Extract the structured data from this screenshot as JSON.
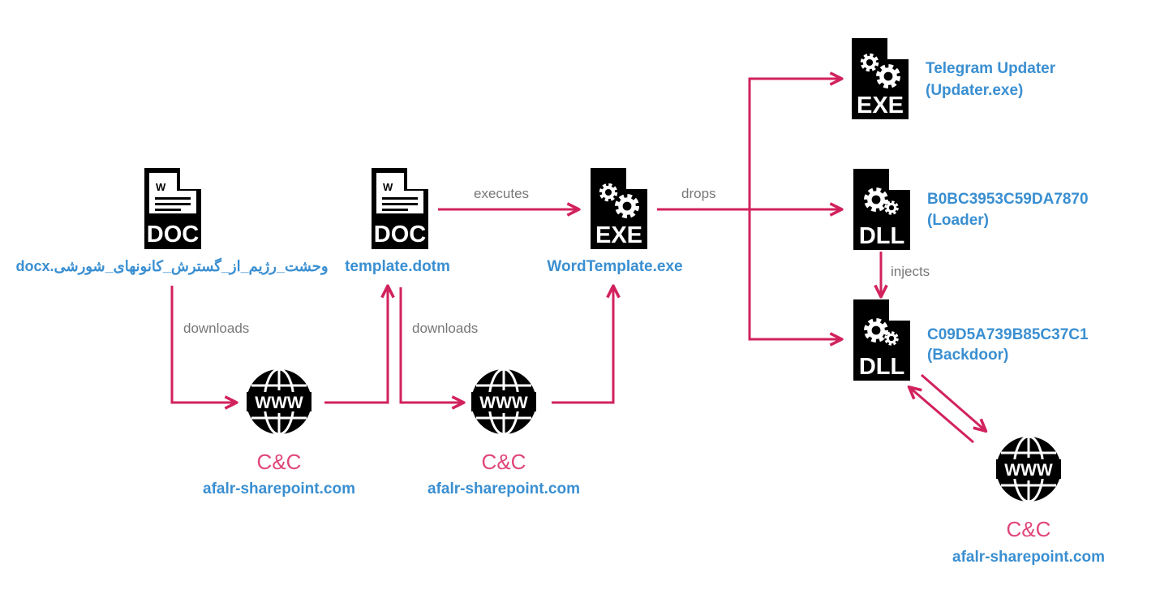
{
  "nodes": {
    "doc1": {
      "icon": "doc-icon",
      "icon_label": "DOC",
      "icon_sublabel": "W",
      "name": "وحشت_رژیم_از_گسترش_کانونهای_شورشی.docx"
    },
    "doc2": {
      "icon": "doc-icon",
      "icon_label": "DOC",
      "icon_sublabel": "W",
      "name": "template.dotm"
    },
    "exe1": {
      "icon": "exe-icon",
      "icon_label": "EXE",
      "name": "WordTemplate.exe"
    },
    "exe2": {
      "icon": "exe-icon",
      "icon_label": "EXE",
      "name_line1": "Telegram Updater",
      "name_line2": "(Updater.exe)"
    },
    "dll1": {
      "icon": "dll-icon",
      "icon_label": "DLL",
      "name_line1": "B0BC3953C59DA7870",
      "name_line2": "(Loader)"
    },
    "dll2": {
      "icon": "dll-icon",
      "icon_label": "DLL",
      "name_line1": "C09D5A739B85C37C1",
      "name_line2": "(Backdoor)"
    },
    "cc1": {
      "icon": "www-globe-icon",
      "globe_label": "WWW",
      "label": "C&C",
      "domain": "afalr-sharepoint.com"
    },
    "cc2": {
      "icon": "www-globe-icon",
      "globe_label": "WWW",
      "label": "C&C",
      "domain": "afalr-sharepoint.com"
    },
    "cc3": {
      "icon": "www-globe-icon",
      "globe_label": "WWW",
      "label": "C&C",
      "domain": "afalr-sharepoint.com"
    }
  },
  "edges": {
    "downloads_1": "downloads",
    "downloads_2": "downloads",
    "executes": "executes",
    "drops": "drops",
    "injects": "injects"
  },
  "colors": {
    "arrow": "#d2225e",
    "file_name": "#3a8fd1",
    "cc_label": "#e0457b",
    "edge_label": "#777777",
    "icon": "#000000"
  }
}
